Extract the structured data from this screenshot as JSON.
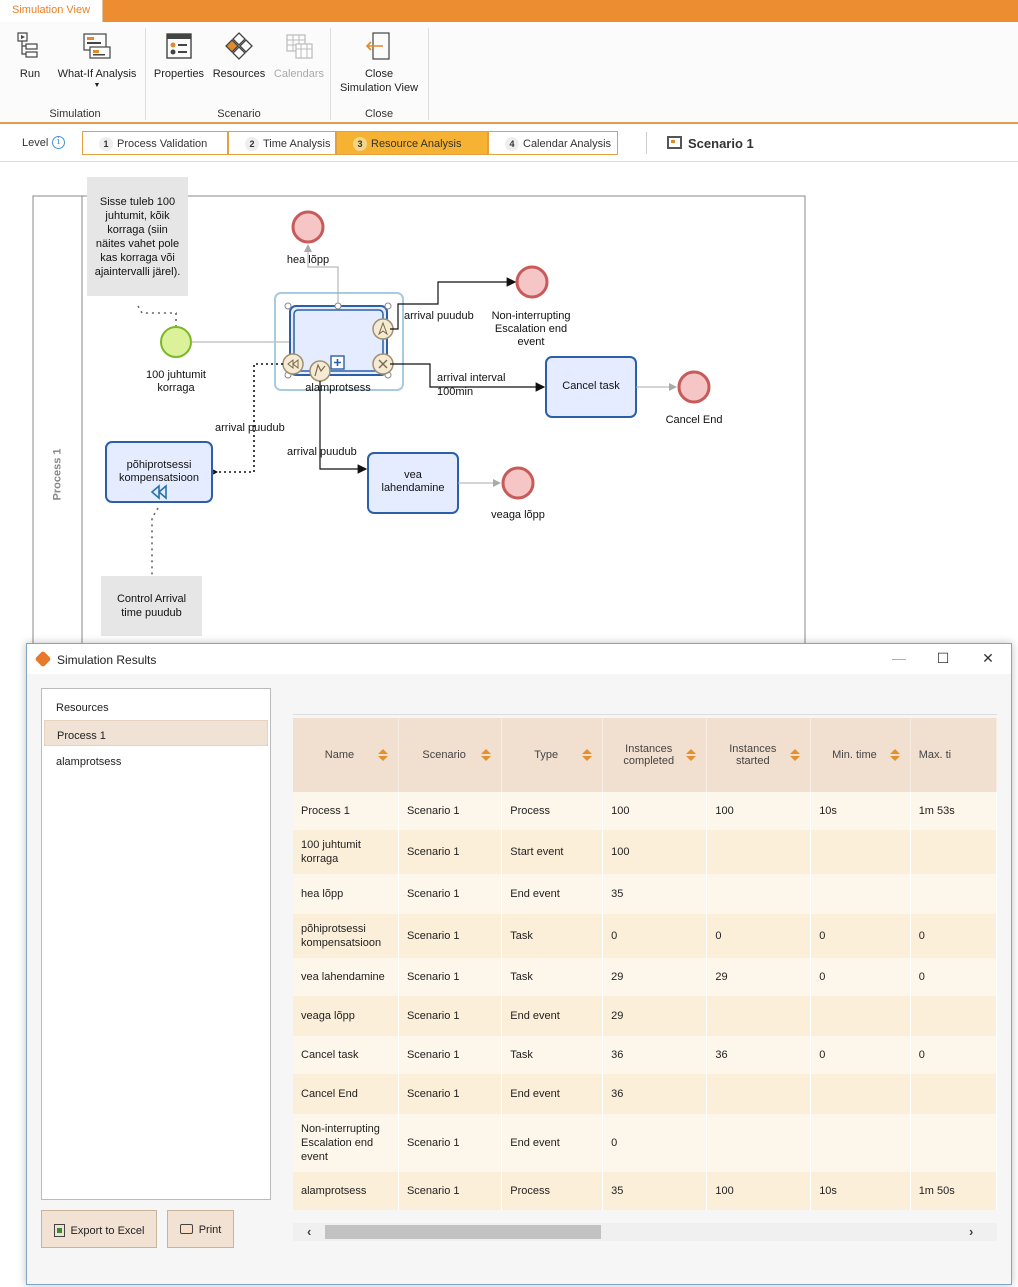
{
  "window_tab": "Simulation View",
  "ribbon": {
    "run_label": "Run",
    "whatif_label": "What-If Analysis",
    "properties_label": "Properties",
    "resources_label": "Resources",
    "calendars_label": "Calendars",
    "close_line1": "Close",
    "close_line2": "Simulation View",
    "group_simulation": "Simulation",
    "group_scenario": "Scenario",
    "group_close": "Close"
  },
  "levelbar": {
    "label": "Level",
    "steps": [
      {
        "num": "1",
        "label": "Process Validation"
      },
      {
        "num": "2",
        "label": "Time Analysis"
      },
      {
        "num": "3",
        "label": "Resource Analysis"
      },
      {
        "num": "4",
        "label": "Calendar Analysis"
      }
    ],
    "active_step": 3,
    "scenario": "Scenario 1"
  },
  "diagram": {
    "pool_label": "Process 1",
    "note_top": [
      "Sisse tuleb 100",
      "juhtumit, kõik",
      "korraga (siin",
      "näites vahet pole",
      "kas korraga või",
      "ajaintervalli järel)."
    ],
    "note_bottom": [
      "Control Arrival",
      "time puudub"
    ],
    "start_label": [
      "100 juhtumit",
      "korraga"
    ],
    "hea_lopp": "hea lõpp",
    "subprocess_label": "alamprotsess",
    "non_interrupting": [
      "Non-interrupting",
      "Escalation end",
      "event"
    ],
    "cancel_task": "Cancel task",
    "cancel_end": "Cancel End",
    "pohi_task": [
      "põhiprotsessi",
      "kompensatsioon"
    ],
    "vea_task": [
      "vea",
      "lahendamine"
    ],
    "veaga_lopp": "veaga lõpp",
    "arrival_1": "arrival puudub",
    "arrival_2": "arrival interval",
    "arrival_2b": "100min",
    "arrival_3": "arrival puudub",
    "arrival_4": "arrival puudub"
  },
  "results": {
    "title": "Simulation Results",
    "tree": [
      "Resources",
      "Process 1",
      "alamprotsess"
    ],
    "selected_tree": 1,
    "export_label": "Export to Excel",
    "print_label": "Print",
    "columns": [
      {
        "label": "Name"
      },
      {
        "label": "Scenario"
      },
      {
        "label": "Type"
      },
      {
        "label": "Instances completed"
      },
      {
        "label": "Instances started"
      },
      {
        "label": "Min. time"
      },
      {
        "label": "Max. ti"
      }
    ],
    "rows": [
      [
        "Process 1",
        "Scenario 1",
        "Process",
        "100",
        "100",
        "10s",
        "1m 53s"
      ],
      [
        "100 juhtumit korraga",
        "Scenario 1",
        "Start event",
        "100",
        "",
        "",
        ""
      ],
      [
        "hea lõpp",
        "Scenario 1",
        "End event",
        "35",
        "",
        "",
        ""
      ],
      [
        "põhiprotsessi kompensatsioon",
        "Scenario 1",
        "Task",
        "0",
        "0",
        "0",
        "0"
      ],
      [
        "vea lahendamine",
        "Scenario 1",
        "Task",
        "29",
        "29",
        "0",
        "0"
      ],
      [
        "veaga lõpp",
        "Scenario 1",
        "End event",
        "29",
        "",
        "",
        ""
      ],
      [
        "Cancel task",
        "Scenario 1",
        "Task",
        "36",
        "36",
        "0",
        "0"
      ],
      [
        "Cancel End",
        "Scenario 1",
        "End event",
        "36",
        "",
        "",
        ""
      ],
      [
        "Non-interrupting Escalation end event",
        "Scenario 1",
        "End event",
        "0",
        "",
        "",
        ""
      ],
      [
        "alamprotsess",
        "Scenario 1",
        "Process",
        "35",
        "100",
        "10s",
        "1m 50s"
      ]
    ]
  }
}
